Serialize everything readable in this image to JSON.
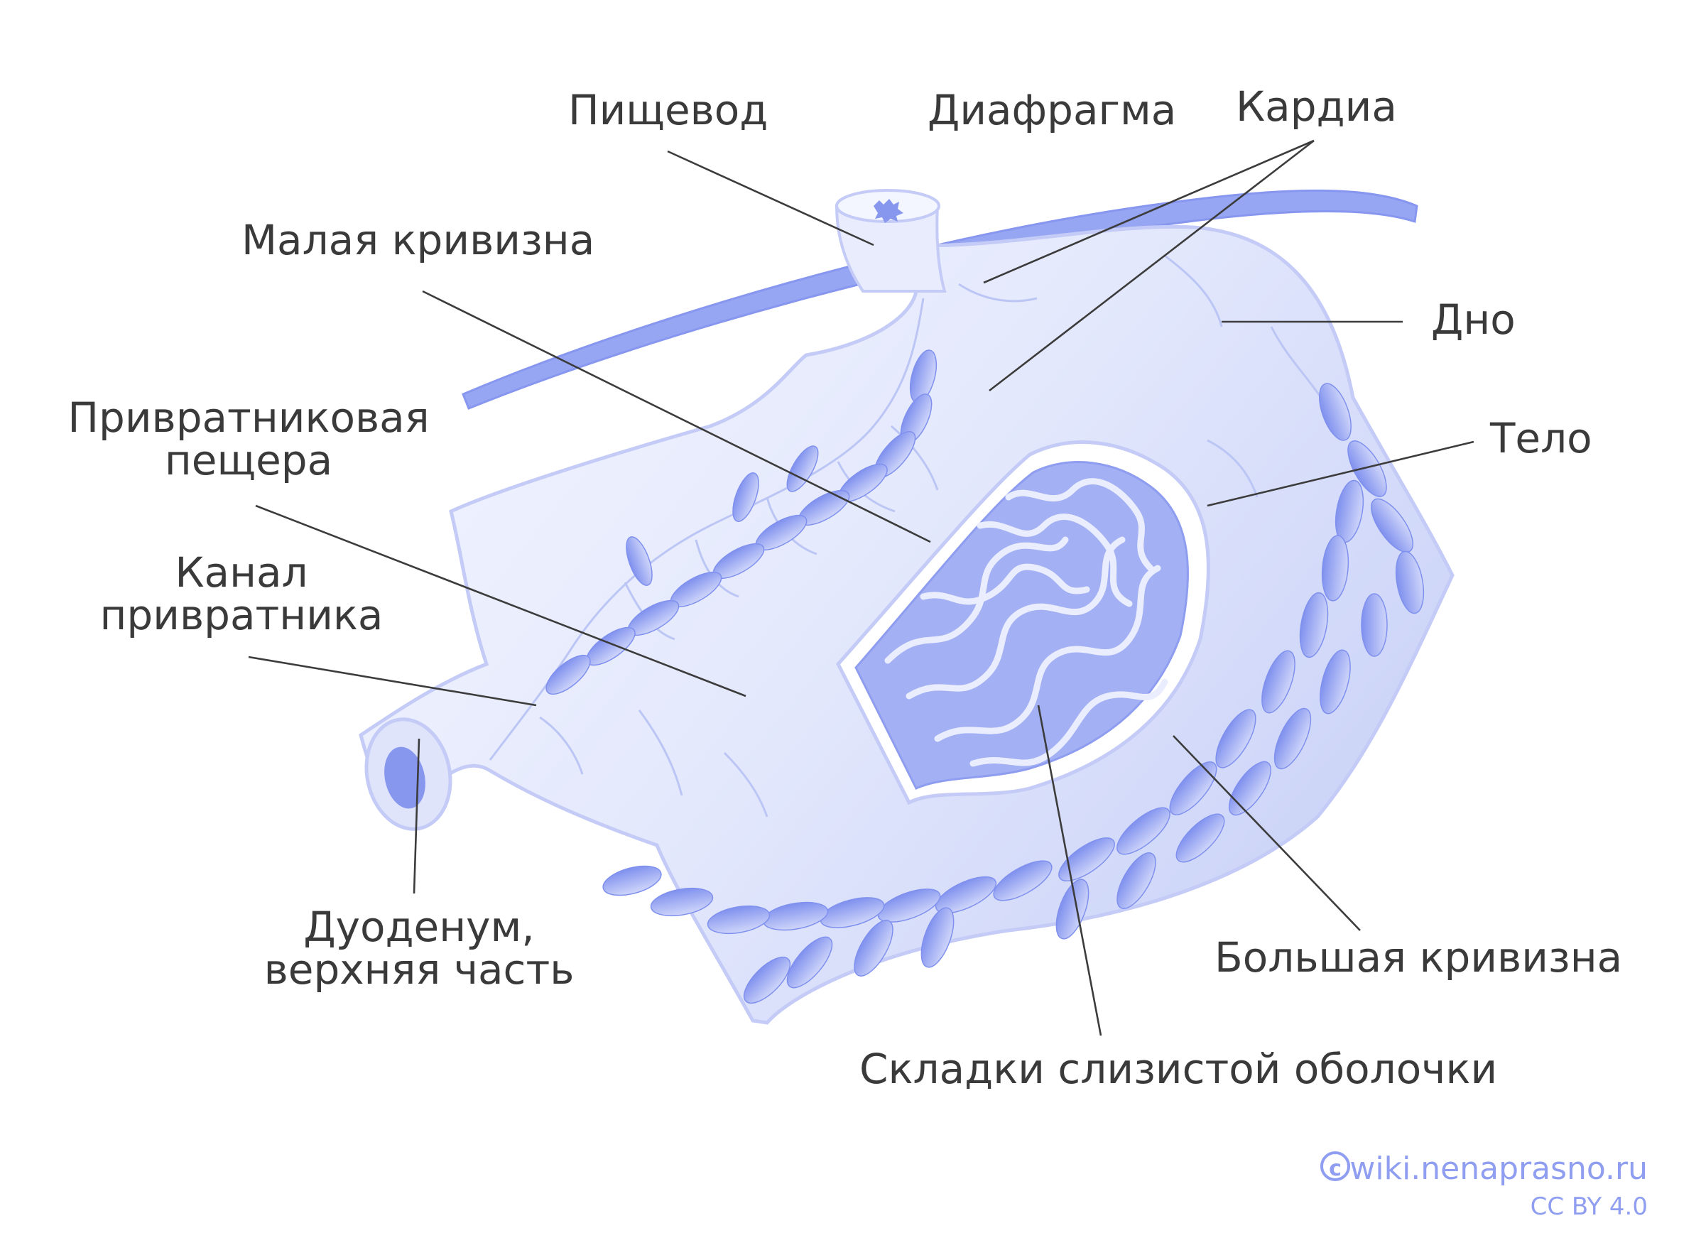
{
  "labels": {
    "esophagus": "Пищевод",
    "diaphragm": "Диафрагма",
    "cardia": "Кардиа",
    "lesser_curvature": "Малая кривизна",
    "fundus": "Дно",
    "pyloric_antrum_line1": "Привратниковая",
    "pyloric_antrum_line2": "пещера",
    "body": "Тело",
    "pyloric_canal_line1": "Канал",
    "pyloric_canal_line2": "привратника",
    "duodenum_line1": "Дуоденум,",
    "duodenum_line2": "верхняя часть",
    "greater_curvature": "Большая кривизна",
    "mucosal_folds": "Складки слизистой оболочки"
  },
  "credit": {
    "site": "wiki.nenaprasno.ru",
    "license": "CC BY 4.0"
  },
  "colors": {
    "stomach_fill": "#e6eafc",
    "stomach_outline": "#c3cbf6",
    "vessel": "#bcc6f5",
    "lymph_node": "#8c9bf0",
    "diaphragm": "#97a6f2",
    "folds_bg": "#a3b0f3",
    "credit": "#8f9ef0",
    "text": "#3a3a3a"
  }
}
